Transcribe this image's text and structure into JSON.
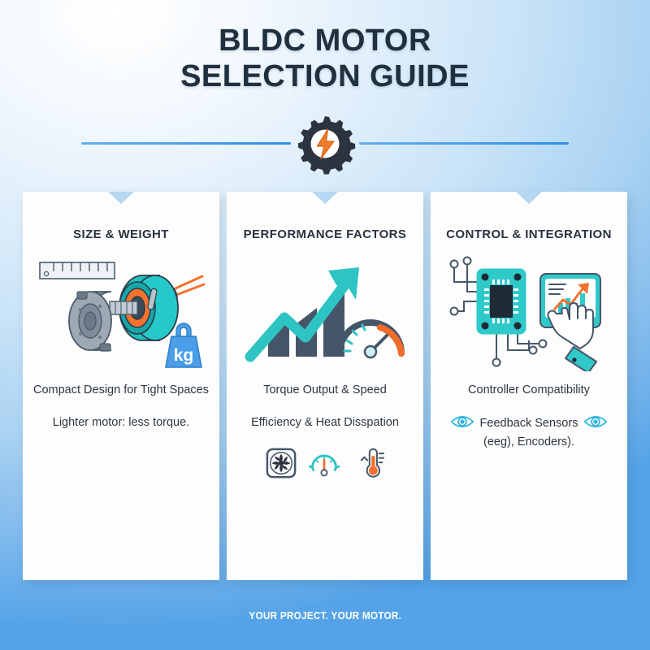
{
  "header": {
    "title_line1": "BLDC MOTOR",
    "title_line2": "SELECTION GUIDE",
    "badge_icon": "gear-lightning-icon"
  },
  "colors": {
    "dark": "#2b3440",
    "accent_orange": "#f07c2a",
    "accent_teal": "#2fc4c4",
    "accent_blue": "#3d9ae8",
    "card_bg": "#fdfdfd",
    "footer_blue": "#3d9ae8"
  },
  "cards": [
    {
      "title": "SIZE & WEIGHT",
      "art_icon": "motor-exploded-ruler-weight-illustration",
      "lines": [
        "Compact Design for Tight Spaces",
        "Lighter motor: less torque."
      ]
    },
    {
      "title": "PERFORMANCE FACTORS",
      "art_icon": "growth-chart-gauge-illustration",
      "lines": [
        "Torque Output & Speed",
        "Efficiency & Heat Disspation"
      ],
      "icons": [
        "fan-icon",
        "gauge-icon",
        "thermometer-icon"
      ]
    },
    {
      "title": "CONTROL & INTEGRATION",
      "art_icon": "microchip-tablet-hand-illustration",
      "lines": [
        "Controller Compatibility",
        "Feedback Sensors",
        "(eeg), Encoders)."
      ],
      "eye_icon": "eye-icon"
    }
  ],
  "footer": {
    "tagline": "YOUR PROJECT. YOUR MOTOR."
  }
}
